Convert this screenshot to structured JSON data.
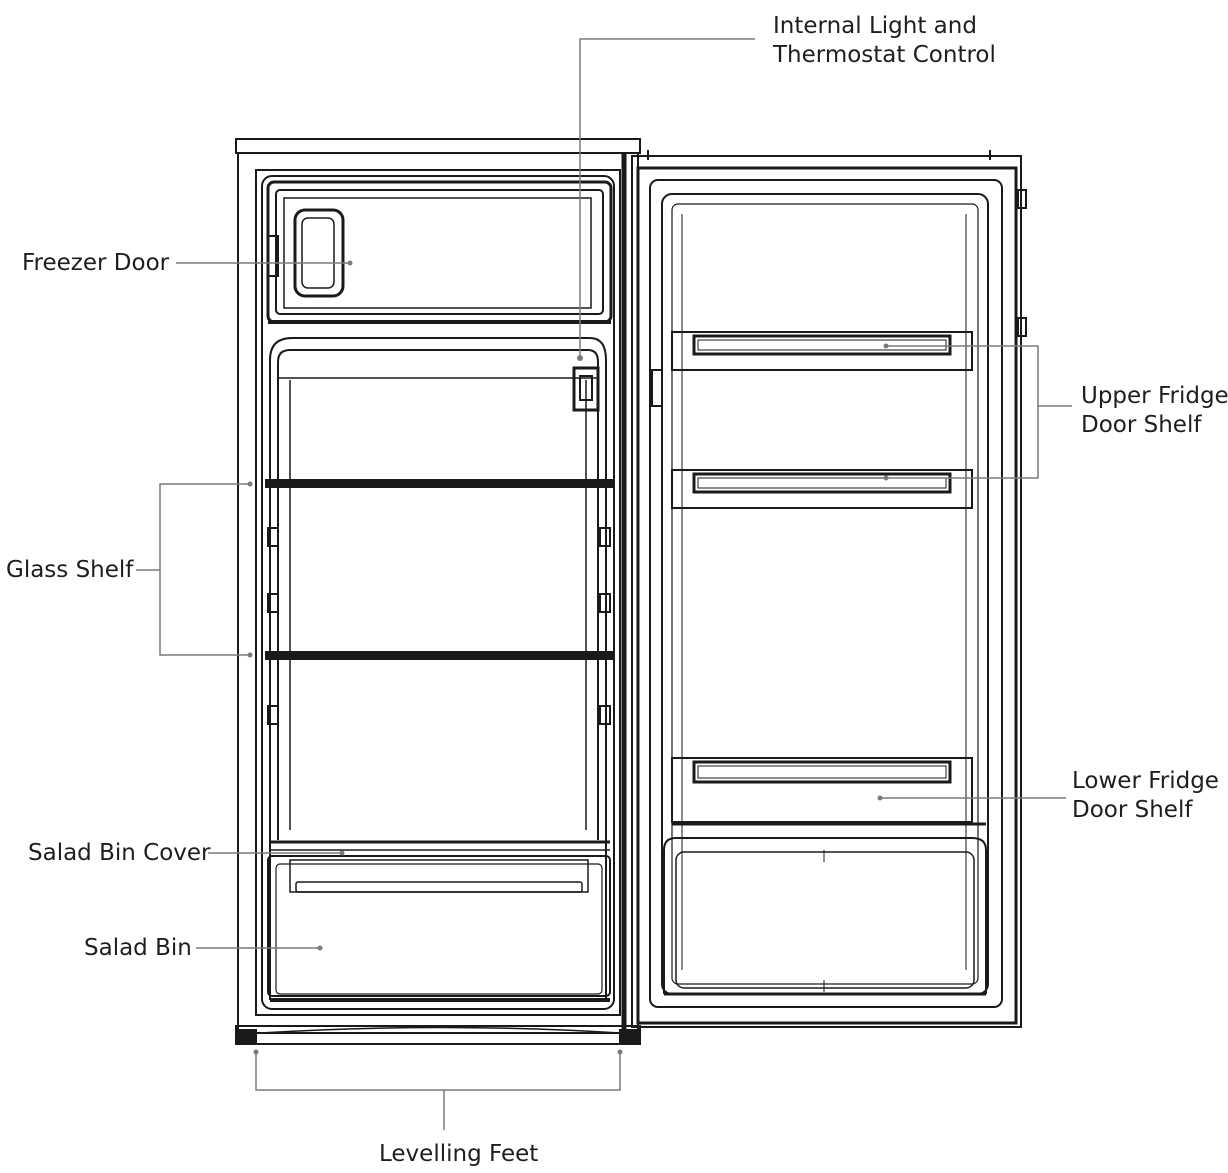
{
  "labels": {
    "internal_light": {
      "line1": "Internal Light and",
      "line2": "Thermostat Control"
    },
    "freezer_door": "Freezer Door",
    "upper_fridge_door_shelf": {
      "line1": "Upper Fridge",
      "line2": "Door Shelf"
    },
    "glass_shelf": "Glass Shelf",
    "lower_fridge_door_shelf": {
      "line1": "Lower Fridge",
      "line2": "Door Shelf"
    },
    "salad_bin_cover": "Salad Bin Cover",
    "salad_bin": "Salad Bin",
    "levelling_feet": "Levelling Feet"
  },
  "colors": {
    "line": "#1a1a1a",
    "leader": "#7a7a7a",
    "text": "#1e1e1e"
  }
}
